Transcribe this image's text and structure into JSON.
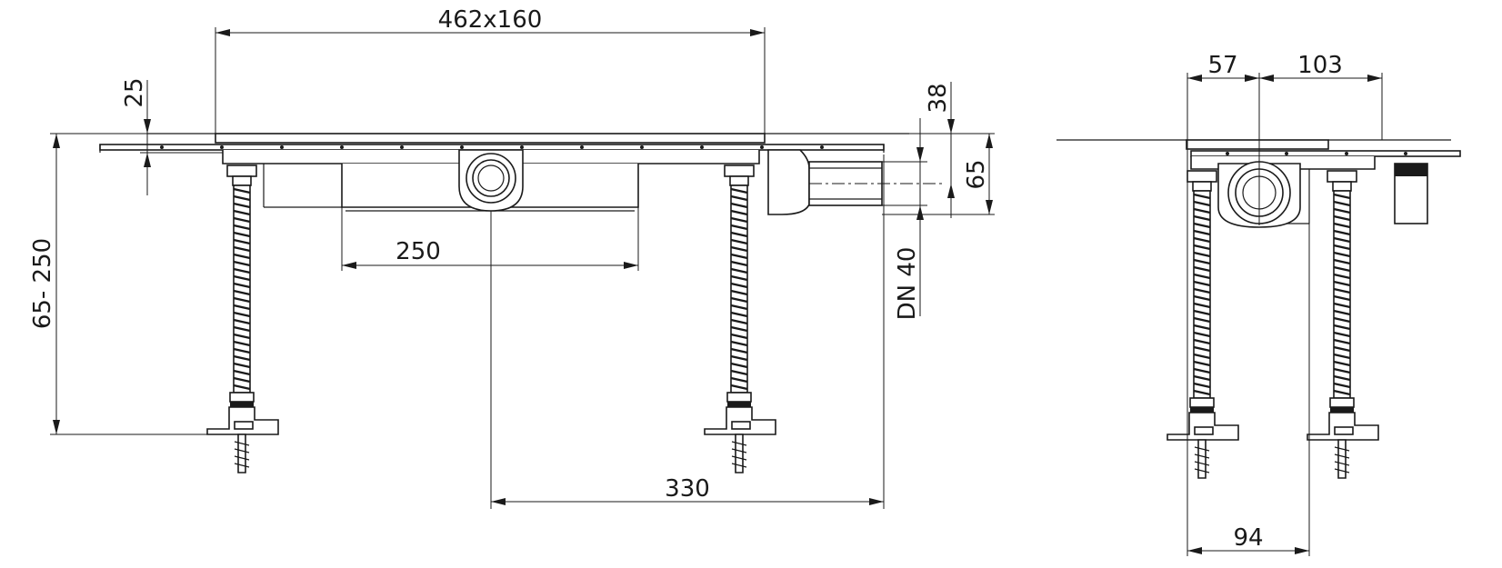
{
  "dimensions": {
    "grate_size": "462x160",
    "flange_height": "25",
    "overall_height": "65- 250",
    "body_width": "250",
    "outlet_offset": "330",
    "outlet_top": "38",
    "outlet_height": "65",
    "outlet_diameter": "DN 40",
    "side_left": "57",
    "side_right": "103",
    "side_body": "94"
  }
}
